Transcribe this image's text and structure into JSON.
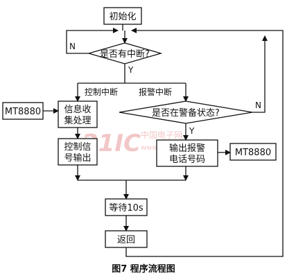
{
  "nodes": {
    "init": "初始化",
    "interrupt_q": "是否有中断?",
    "collect_1": "信息收",
    "collect_2": "集处理",
    "control_1": "控制信",
    "control_2": "号输出",
    "alert_q": "是否在警备状态?",
    "dial_1": "输出报警",
    "dial_2": "电话号码",
    "wait": "等待10s",
    "return": "返回",
    "mt_left": "MT8880",
    "mt_right": "MT8880"
  },
  "edges": {
    "n_interrupt": "N",
    "y_interrupt": "Y",
    "control_int": "控制中断",
    "alarm_int": "报警中断",
    "n_alert": "N",
    "y_alert": "Y"
  },
  "caption": "图7   程序流程图",
  "watermark": {
    "brand": "21IC",
    "site": "中国电子网",
    "url": "www.21ic.com"
  }
}
